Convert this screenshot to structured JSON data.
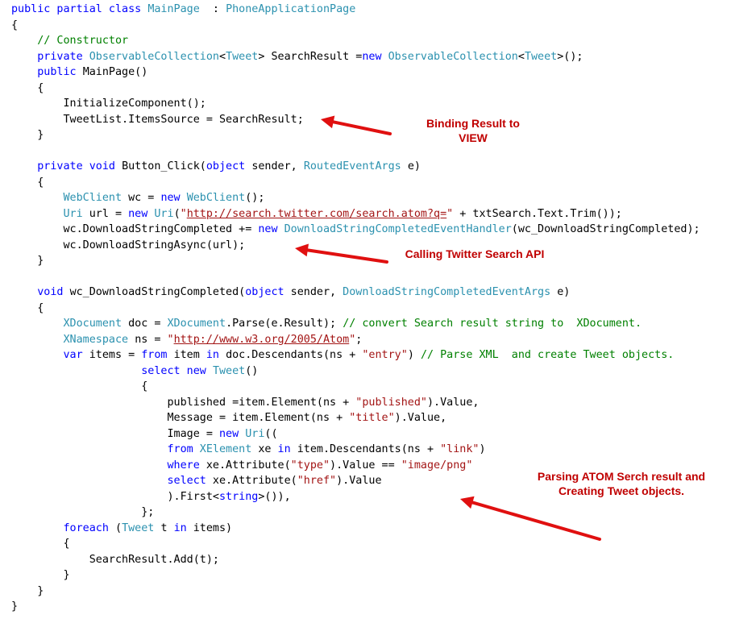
{
  "colors": {
    "keyword": "#0000ff",
    "type": "#2b91af",
    "string": "#a31515",
    "comment": "#008000",
    "plain": "#000000",
    "annotation": "#c00000",
    "arrow": "#e01010"
  },
  "code_lines": [
    [
      [
        "kw",
        "public partial class "
      ],
      [
        "type",
        "MainPage"
      ],
      [
        "",
        "  : "
      ],
      [
        "type",
        "PhoneApplicationPage"
      ]
    ],
    [
      [
        "",
        "{"
      ]
    ],
    [
      [
        "",
        "    "
      ],
      [
        "com",
        "// Constructor"
      ]
    ],
    [
      [
        "",
        "    "
      ],
      [
        "kw",
        "private "
      ],
      [
        "type",
        "ObservableCollection"
      ],
      [
        "",
        "<"
      ],
      [
        "type",
        "Tweet"
      ],
      [
        "",
        "> SearchResult ="
      ],
      [
        "kw",
        "new "
      ],
      [
        "type",
        "ObservableCollection"
      ],
      [
        "",
        "<"
      ],
      [
        "type",
        "Tweet"
      ],
      [
        "",
        ">();"
      ]
    ],
    [
      [
        "",
        "    "
      ],
      [
        "kw",
        "public "
      ],
      [
        "",
        "MainPage()"
      ]
    ],
    [
      [
        "",
        "    {"
      ]
    ],
    [
      [
        "",
        "        InitializeComponent();"
      ]
    ],
    [
      [
        "",
        "        TweetList.ItemsSource = SearchResult;"
      ]
    ],
    [
      [
        "",
        "    }"
      ]
    ],
    [],
    [
      [
        "",
        "    "
      ],
      [
        "kw",
        "private void "
      ],
      [
        "",
        "Button_Click("
      ],
      [
        "kw",
        "object "
      ],
      [
        "",
        "sender, "
      ],
      [
        "type",
        "RoutedEventArgs "
      ],
      [
        "",
        "e)"
      ]
    ],
    [
      [
        "",
        "    {"
      ]
    ],
    [
      [
        "",
        "        "
      ],
      [
        "type",
        "WebClient "
      ],
      [
        "",
        "wc = "
      ],
      [
        "kw",
        "new "
      ],
      [
        "type",
        "WebClient"
      ],
      [
        "",
        "();"
      ]
    ],
    [
      [
        "",
        "        "
      ],
      [
        "type",
        "Uri "
      ],
      [
        "",
        "url = "
      ],
      [
        "kw",
        "new "
      ],
      [
        "type",
        "Uri"
      ],
      [
        "",
        "("
      ],
      [
        "str",
        "\""
      ],
      [
        "url",
        "http://search.twitter.com/search.atom?q="
      ],
      [
        "str",
        "\""
      ],
      [
        "",
        " + txtSearch.Text.Trim());"
      ]
    ],
    [
      [
        "",
        "        wc.DownloadStringCompleted += "
      ],
      [
        "kw",
        "new "
      ],
      [
        "type",
        "DownloadStringCompletedEventHandler"
      ],
      [
        "",
        "(wc_DownloadStringCompleted);"
      ]
    ],
    [
      [
        "",
        "        wc.DownloadStringAsync(url);"
      ]
    ],
    [
      [
        "",
        "    }"
      ]
    ],
    [],
    [
      [
        "",
        "    "
      ],
      [
        "kw",
        "void "
      ],
      [
        "",
        "wc_DownloadStringCompleted("
      ],
      [
        "kw",
        "object "
      ],
      [
        "",
        "sender, "
      ],
      [
        "type",
        "DownloadStringCompletedEventArgs "
      ],
      [
        "",
        "e)"
      ]
    ],
    [
      [
        "",
        "    {"
      ]
    ],
    [
      [
        "",
        "        "
      ],
      [
        "type",
        "XDocument "
      ],
      [
        "",
        "doc = "
      ],
      [
        "type",
        "XDocument"
      ],
      [
        "",
        ".Parse(e.Result); "
      ],
      [
        "com",
        "// convert Search result string to  XDocument."
      ]
    ],
    [
      [
        "",
        "        "
      ],
      [
        "type",
        "XNamespace "
      ],
      [
        "",
        "ns = "
      ],
      [
        "str",
        "\""
      ],
      [
        "url",
        "http://www.w3.org/2005/Atom"
      ],
      [
        "str",
        "\""
      ],
      [
        "",
        ";"
      ]
    ],
    [
      [
        "",
        "        "
      ],
      [
        "kw",
        "var "
      ],
      [
        "",
        "items = "
      ],
      [
        "kw",
        "from "
      ],
      [
        "",
        "item "
      ],
      [
        "kw",
        "in "
      ],
      [
        "",
        "doc.Descendants(ns + "
      ],
      [
        "str",
        "\"entry\""
      ],
      [
        "",
        ") "
      ],
      [
        "com",
        "// Parse XML  and create Tweet objects."
      ]
    ],
    [
      [
        "",
        "                    "
      ],
      [
        "kw",
        "select new "
      ],
      [
        "type",
        "Tweet"
      ],
      [
        "",
        "()"
      ]
    ],
    [
      [
        "",
        "                    {"
      ]
    ],
    [
      [
        "",
        "                        published =item.Element(ns + "
      ],
      [
        "str",
        "\"published\""
      ],
      [
        "",
        ").Value,"
      ]
    ],
    [
      [
        "",
        "                        Message = item.Element(ns + "
      ],
      [
        "str",
        "\"title\""
      ],
      [
        "",
        ").Value,"
      ]
    ],
    [
      [
        "",
        "                        Image = "
      ],
      [
        "kw",
        "new "
      ],
      [
        "type",
        "Uri"
      ],
      [
        "",
        "(("
      ]
    ],
    [
      [
        "",
        "                        "
      ],
      [
        "kw",
        "from "
      ],
      [
        "type",
        "XElement "
      ],
      [
        "",
        "xe "
      ],
      [
        "kw",
        "in "
      ],
      [
        "",
        "item.Descendants(ns + "
      ],
      [
        "str",
        "\"link\""
      ],
      [
        "",
        ")"
      ]
    ],
    [
      [
        "",
        "                        "
      ],
      [
        "kw",
        "where "
      ],
      [
        "",
        "xe.Attribute("
      ],
      [
        "str",
        "\"type\""
      ],
      [
        "",
        ").Value == "
      ],
      [
        "str",
        "\"image/png\""
      ]
    ],
    [
      [
        "",
        "                        "
      ],
      [
        "kw",
        "select "
      ],
      [
        "",
        "xe.Attribute("
      ],
      [
        "str",
        "\"href\""
      ],
      [
        "",
        ").Value"
      ]
    ],
    [
      [
        "",
        "                        ).First<"
      ],
      [
        "kw",
        "string"
      ],
      [
        "",
        ">()),"
      ]
    ],
    [
      [
        "",
        "                    };"
      ]
    ],
    [
      [
        "",
        "        "
      ],
      [
        "kw",
        "foreach "
      ],
      [
        "",
        "("
      ],
      [
        "type",
        "Tweet "
      ],
      [
        "",
        "t "
      ],
      [
        "kw",
        "in "
      ],
      [
        "",
        "items)"
      ]
    ],
    [
      [
        "",
        "        {"
      ]
    ],
    [
      [
        "",
        "            SearchResult.Add(t);"
      ]
    ],
    [
      [
        "",
        "        }"
      ]
    ],
    [
      [
        "",
        "    }"
      ]
    ],
    [
      [
        "",
        "}"
      ]
    ]
  ],
  "annotations": [
    {
      "text": "Binding Result to\nVIEW"
    },
    {
      "text": "Calling Twitter Search API"
    },
    {
      "text": "Parsing ATOM Serch result and\nCreating Tweet objects."
    }
  ]
}
